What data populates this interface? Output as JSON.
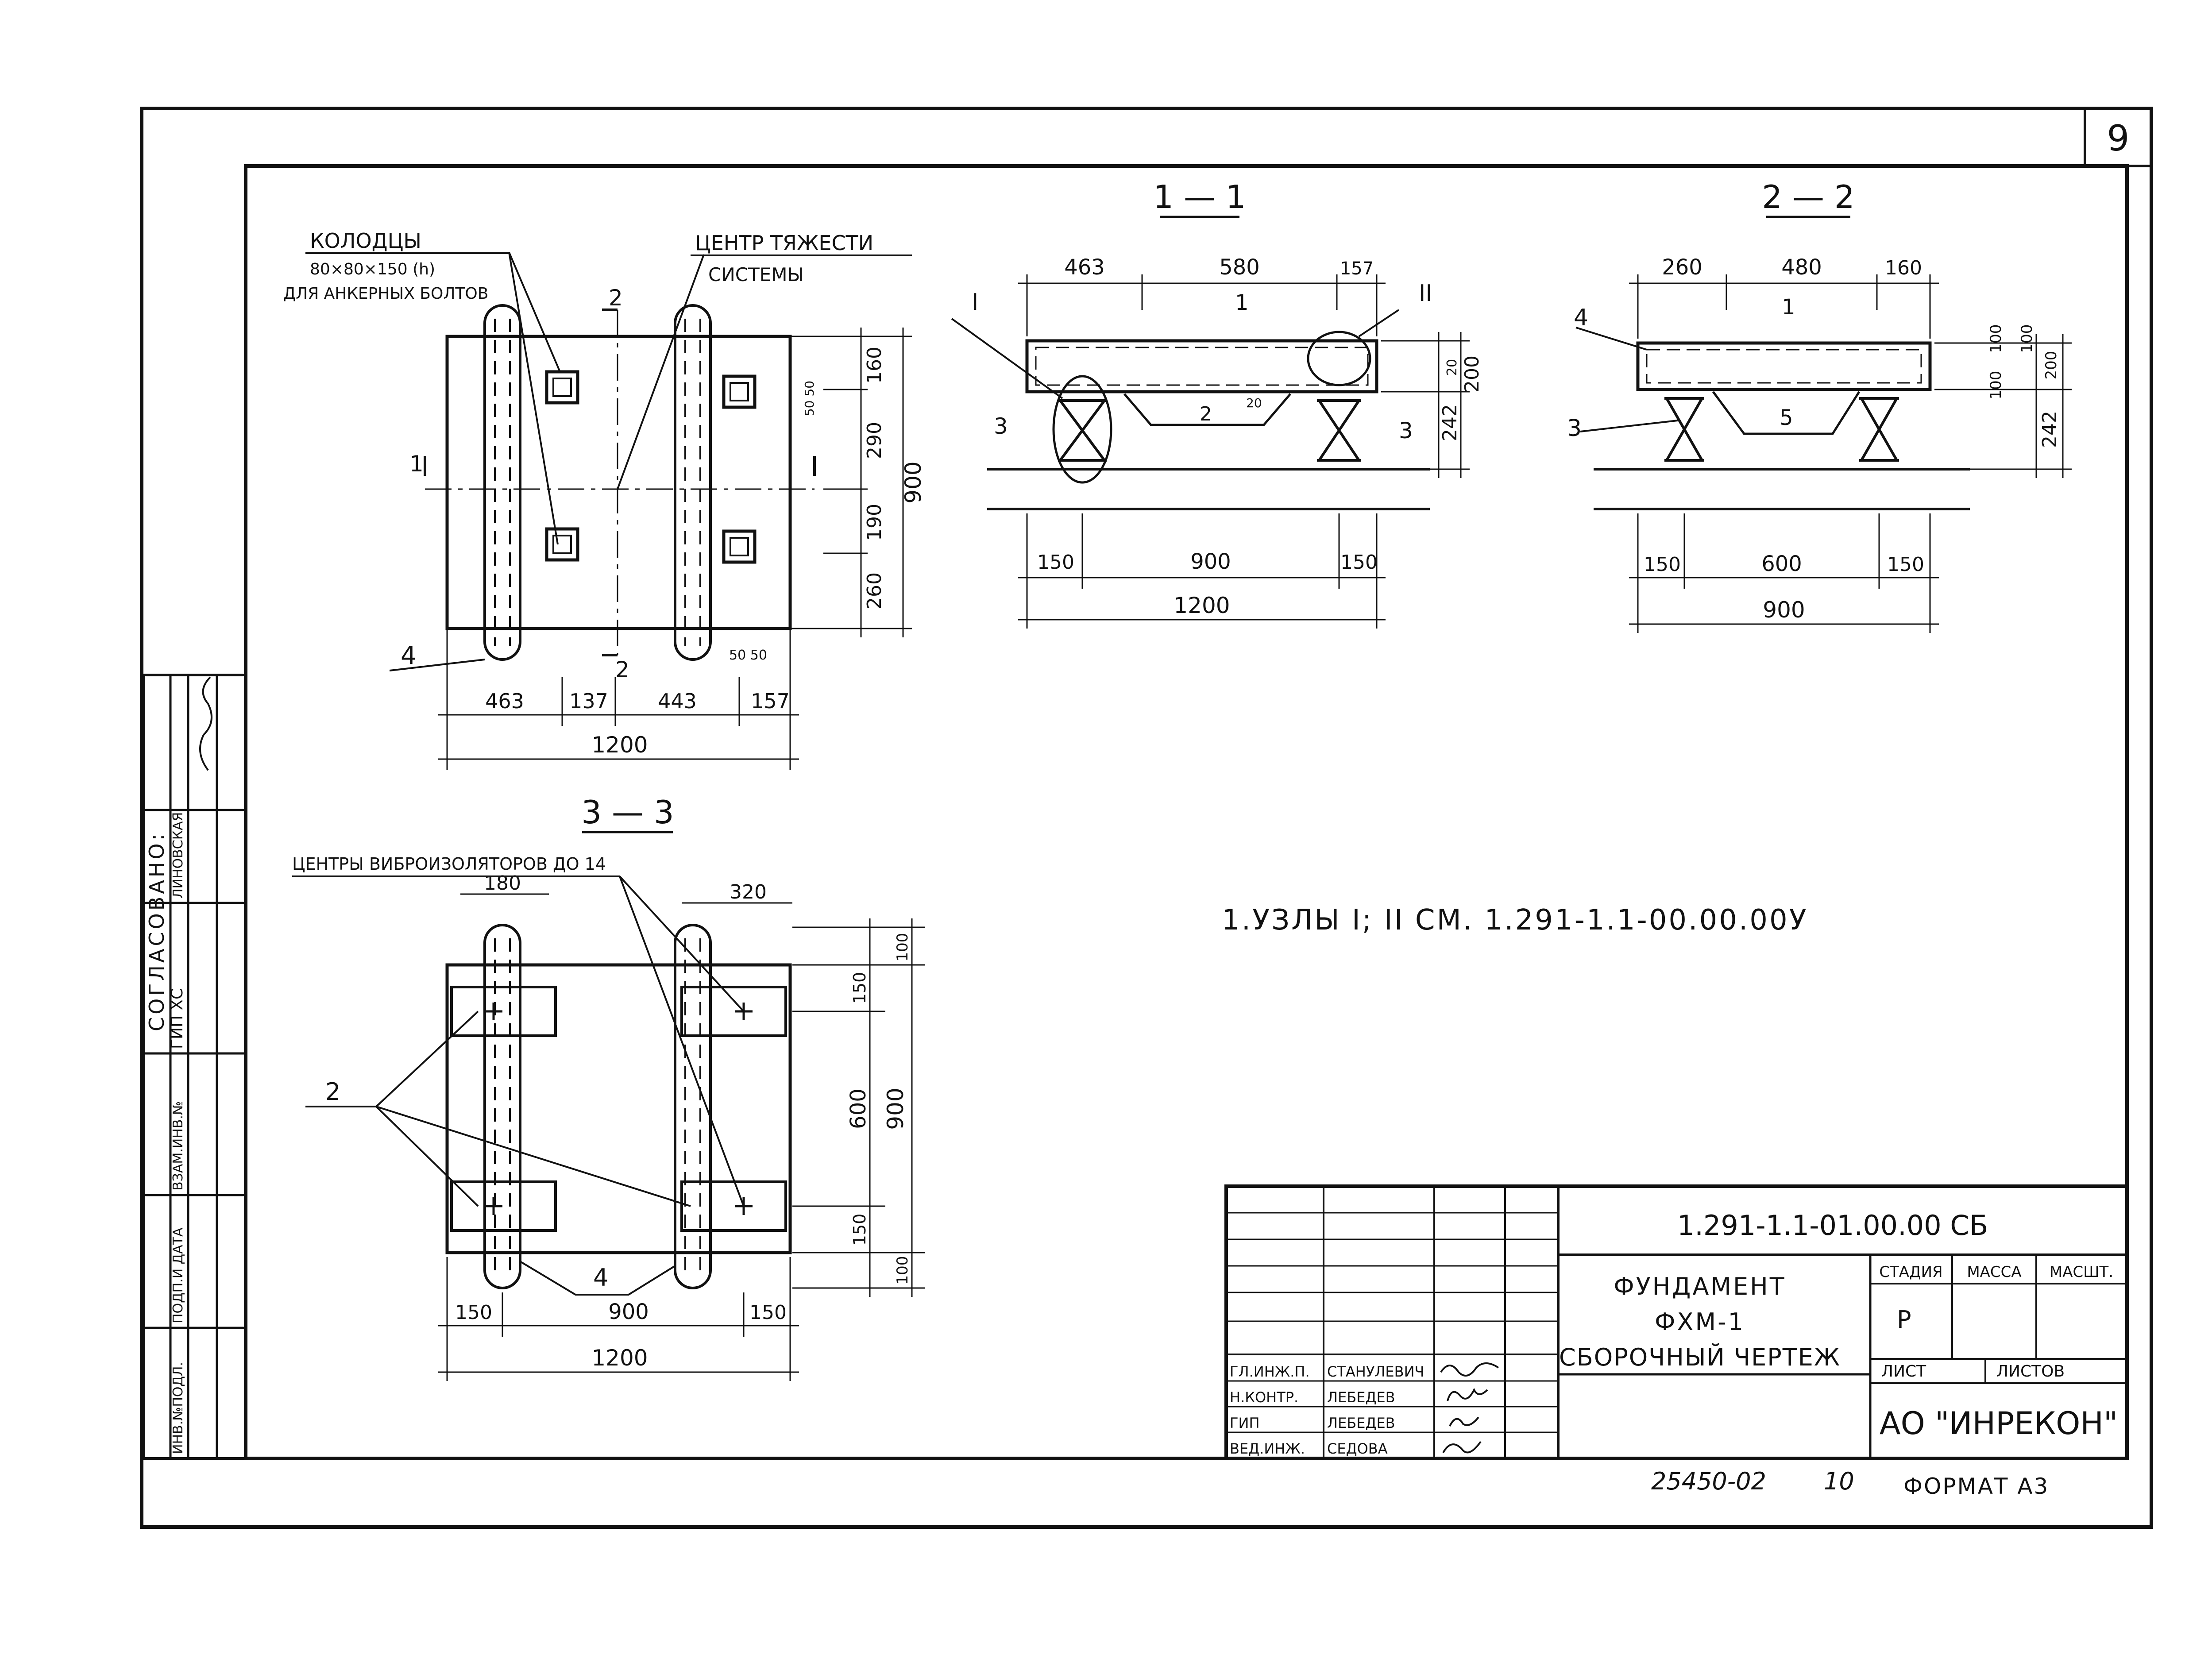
{
  "sheet": {
    "number": "9",
    "format": "ФОРМАТ А3",
    "archive_no": "25450-02",
    "copy_no": "10"
  },
  "note": "1.УЗЛЫ I; II СМ. 1.291-1.1-00.00.00У",
  "plan": {
    "callout_wells": [
      "КОЛОДЦЫ",
      "80×80×150 (h)",
      "ДЛЯ АНКЕРНЫХ БОЛТОВ"
    ],
    "callout_center": [
      "ЦЕНТР ТЯЖЕСТИ",
      "СИСТЕМЫ"
    ],
    "section_marks": {
      "s1": "1",
      "s2": "2",
      "s2b": "2"
    },
    "pos4": "4",
    "dims_bottom": [
      "463",
      "137",
      "443",
      "157"
    ],
    "dims_small": "50 50",
    "dim_total": "1200",
    "dims_right": [
      "160",
      "290",
      "190",
      "260"
    ],
    "dims_right_small": "50 50",
    "dim_right_total": "900"
  },
  "section11": {
    "title": "1 — 1",
    "dims_top": [
      "463",
      "580",
      "157"
    ],
    "nodes": [
      "I",
      "II"
    ],
    "pos": {
      "p1": "1",
      "p2": "2",
      "p3": "3",
      "p3b": "3"
    },
    "dims_right": [
      "20",
      "200",
      "242"
    ],
    "dim_20": "20",
    "dims_bottom": [
      "150",
      "900",
      "150"
    ],
    "dim_total": "1200"
  },
  "section22": {
    "title": "2 — 2",
    "dims_top": [
      "260",
      "480",
      "160"
    ],
    "pos": {
      "p1": "1",
      "p3": "3",
      "p4": "4",
      "p5": "5"
    },
    "dims_right": [
      "100",
      "100",
      "200",
      "100",
      "242"
    ],
    "dims_bottom": [
      "150",
      "600",
      "150"
    ],
    "dim_total": "900"
  },
  "section33": {
    "title": "3 — 3",
    "callout": "ЦЕНТРЫ ВИБРОИЗОЛЯТОРОВ ДО 14",
    "pos2": "2",
    "pos4": "4",
    "dims_top": [
      "180",
      "320"
    ],
    "dims_right": [
      "100",
      "150",
      "600",
      "150",
      "100"
    ],
    "dim_right_total": "900",
    "dims_bottom": [
      "150",
      "900",
      "150"
    ],
    "dim_total": "1200"
  },
  "side_stamp": {
    "agreed": "СОГЛАСОВАНО:",
    "rows": [
      "ГИП ХС",
      "ЛИНОВСКАЯ"
    ],
    "fields": [
      "ВЗАМ.ИНВ.№",
      "ПОДП.И ДАТА",
      "ИНВ.№ПОДЛ."
    ]
  },
  "title_block": {
    "code": "1.291-1.1-01.00.00 СБ",
    "name_lines": [
      "ФУНДАМЕНТ",
      "ФХМ-1",
      "СБОРОЧНЫЙ ЧЕРТЕЖ"
    ],
    "col_headers": [
      "СТАДИЯ",
      "МАССА",
      "МАСШТ."
    ],
    "stage": "Р",
    "sheet_label": "ЛИСТ",
    "sheets_label": "ЛИСТОВ",
    "org": "АО \"ИНРЕКОН\"",
    "people": [
      {
        "role": "ГЛ.ИНЖ.П.",
        "name": "СТАНУЛЕВИЧ"
      },
      {
        "role": "Н.КОНТР.",
        "name": "ЛЕБЕДЕВ"
      },
      {
        "role": "ГИП",
        "name": "ЛЕБЕДЕВ"
      },
      {
        "role": "ВЕД.ИНЖ.",
        "name": "СЕДОВА"
      }
    ]
  }
}
